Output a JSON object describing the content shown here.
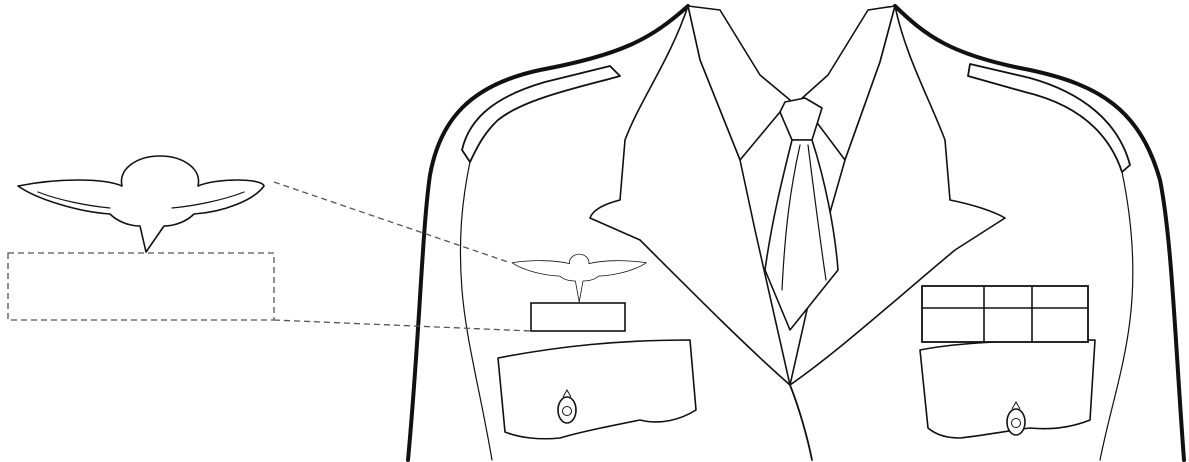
{
  "illustration": {
    "subject": "uniform-jacket",
    "insignia": "parachutist-wings",
    "name_tag": "blank",
    "ribbon_rack": {
      "rows": 2,
      "columns": 3
    },
    "buttons": 2
  }
}
